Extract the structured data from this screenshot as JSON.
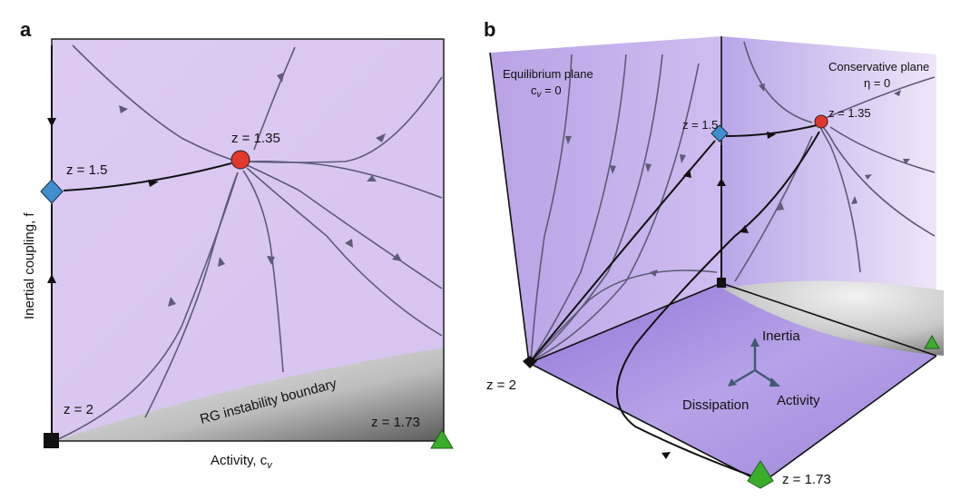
{
  "panels": {
    "a": {
      "letter": "a",
      "fixed_points": {
        "z135": "z = 1.35",
        "z15": "z = 1.5",
        "z2": "z = 2",
        "z173": "z = 1.73"
      },
      "boundary_label": "RG instability boundary",
      "x_axis_label": "Activity, c",
      "x_axis_sub": "v",
      "y_axis_label": "Inertial coupling, f"
    },
    "b": {
      "letter": "b",
      "equilibrium_plane": "Equilibrium plane",
      "equilibrium_eq_c": "c",
      "equilibrium_eq_sub": "v",
      "equilibrium_eq_rest": " = 0",
      "conservative_plane": "Conservative plane",
      "conservative_eq": "η = 0",
      "fixed_points": {
        "z15": "z = 1.5",
        "z135": "z = 1.35",
        "z2": "z = 2",
        "z173": "z = 1.73"
      },
      "axes": {
        "inertia": "Inertia",
        "dissipation": "Dissipation",
        "activity": "Activity"
      }
    }
  },
  "colors": {
    "plane": "#dccbf1",
    "fixed_red": "#e2372b",
    "fixed_blue": "#3f8fcf",
    "fixed_green": "#3aae2b",
    "fixed_black": "#111111",
    "flow_line": "#5e5a78",
    "axis_arrows": "#3f5b6e"
  }
}
